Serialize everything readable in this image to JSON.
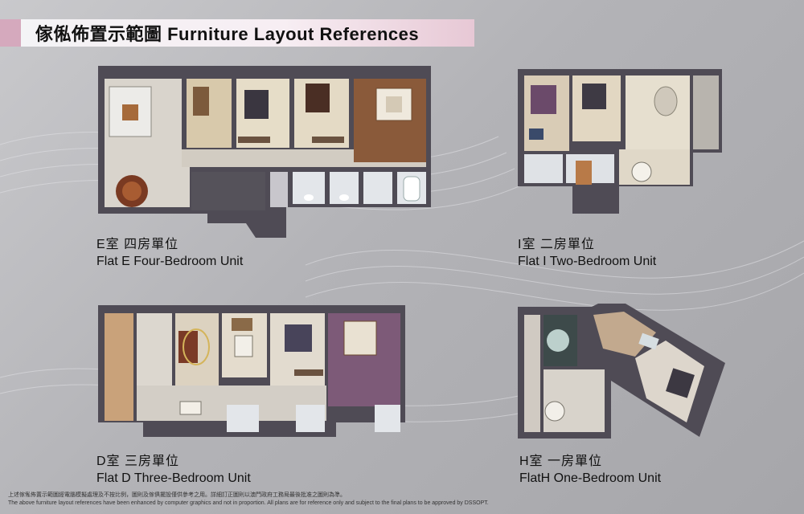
{
  "header": {
    "title": "傢俬佈置示範圖 Furniture Layout References"
  },
  "flats": [
    {
      "zh": "E室 四房單位",
      "en": "Flat E Four-Bedroom Unit"
    },
    {
      "zh": "I室 二房單位",
      "en": "Flat I Two-Bedroom Unit"
    },
    {
      "zh": "D室 三房單位",
      "en": "Flat D Three-Bedroom Unit"
    },
    {
      "zh": "H室 一房單位",
      "en": "FlatH One-Bedroom Unit"
    }
  ],
  "disclaimer": {
    "zh": "上述傢俬佈置示範圖經電腦模擬處理及不按比例，圖則及傢俱擺設僅供參考之用。詳細訂正圖則以澳門政府工務局最後批准之圖則為準。",
    "en": "The above furniture layout references have been enhanced by computer graphics and not in proportion. All plans are for reference only and subject to the final plans to be approved by DSSOPT."
  },
  "colors": {
    "band_accent": "#d5a9bd",
    "wall": "#5a5560",
    "floor_light": "#d8d0c4",
    "floor_wood": "#8a5a3a",
    "bedroom_purple": "#7d5a78"
  }
}
